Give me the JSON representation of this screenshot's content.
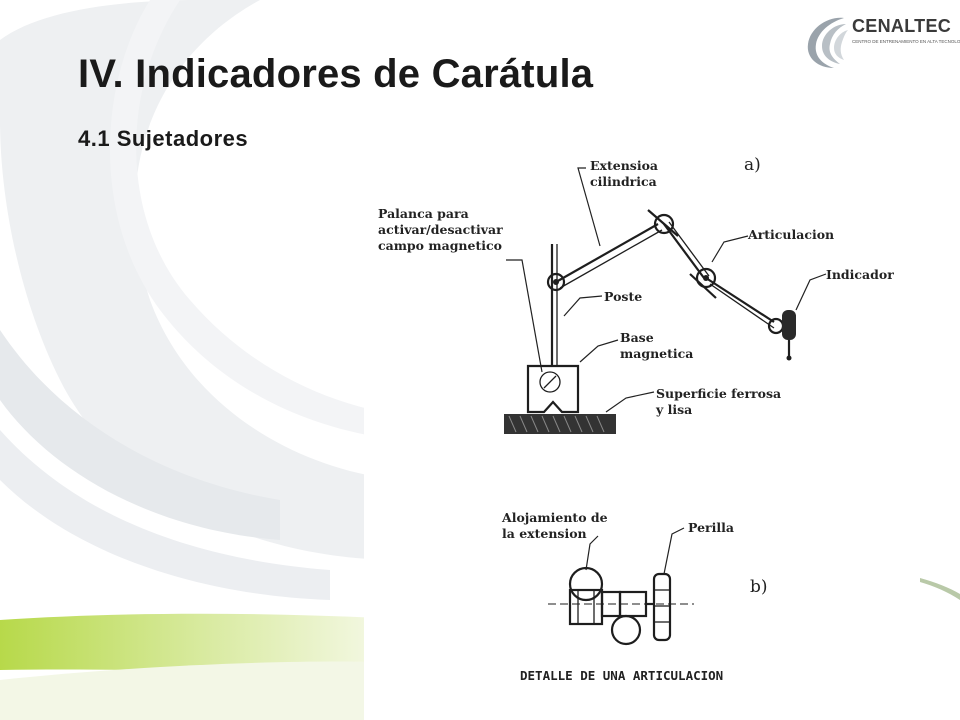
{
  "slide": {
    "title": "IV. Indicadores de Carátula",
    "subtitle": "4.1 Sujetadores"
  },
  "logo": {
    "name": "CENALTEC",
    "tagline": "CENTRO DE ENTRENAMIENTO EN ALTA TECNOLOGIA"
  },
  "figure_a": {
    "marker": "a)",
    "labels": {
      "extension": [
        "Extensioa",
        "cilindrica"
      ],
      "lever": [
        "Palanca para",
        "activar/desactivar",
        "campo magnetico"
      ],
      "joint": "Articulacion",
      "indicator": "Indicador",
      "post": "Poste",
      "base": [
        "Base",
        "magnetica"
      ],
      "surface": [
        "Superficie ferrosa",
        "y lisa"
      ]
    }
  },
  "figure_b": {
    "marker": "b)",
    "labels": {
      "housing": [
        "Alojamiento de",
        "la extension"
      ],
      "knob": "Perilla"
    },
    "caption": "DETALLE DE UNA ARTICULACION"
  },
  "colors": {
    "accent_green": "#b7d94a",
    "light_green": "#e4f0b8",
    "swirl_gray": "#e9ecef",
    "logo_gray": "#9aa3ab"
  }
}
